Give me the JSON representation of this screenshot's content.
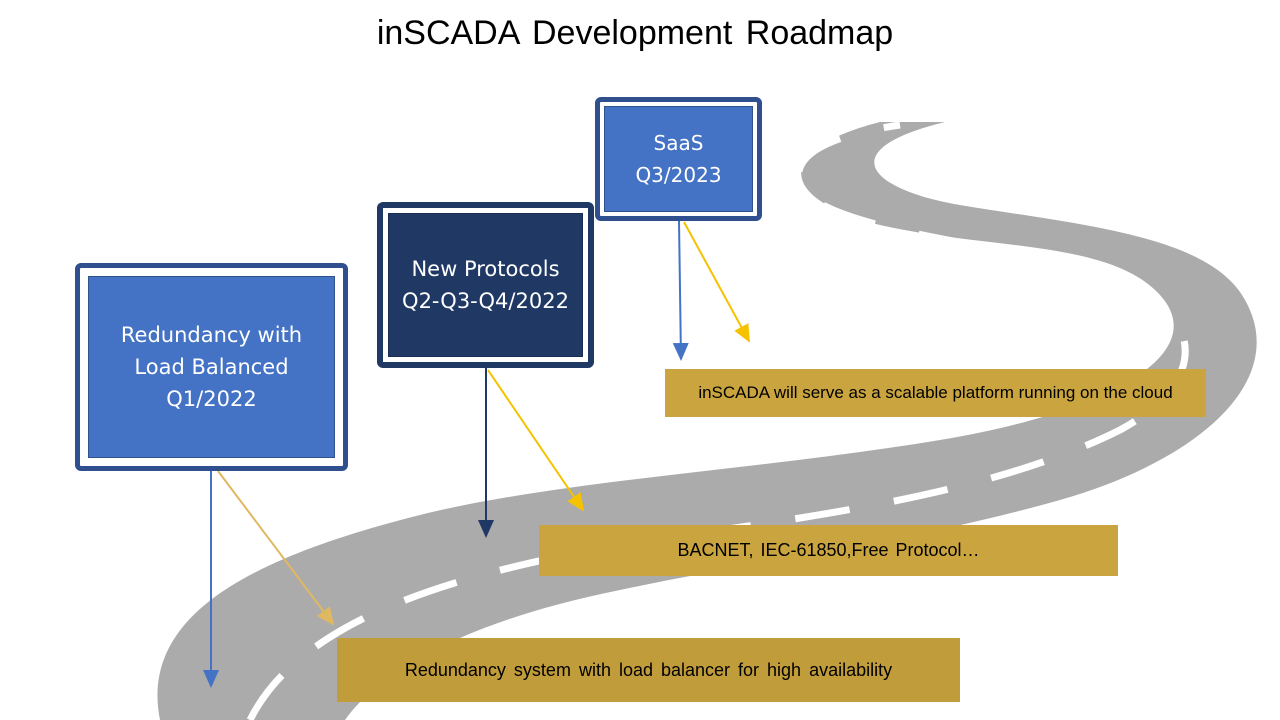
{
  "title": "inSCADA Development Roadmap",
  "milestones": [
    {
      "lines": [
        "Redundancy with",
        "Load Balanced",
        "Q1/2022"
      ]
    },
    {
      "lines": [
        "New Protocols",
        "Q2-Q3-Q4/2022"
      ]
    },
    {
      "lines": [
        "SaaS",
        "Q3/2023"
      ]
    }
  ],
  "descriptions": {
    "cloud": "inSCADA will serve as a scalable platform running on the cloud",
    "protocols": "BACNET,  IEC-61850,Free Protocol…",
    "redundancy": "Redundancy system with load balancer for high availability"
  },
  "colors": {
    "milestone_blue": "#4472c4",
    "milestone_navy": "#203864",
    "description_gold": "#c9a43f",
    "road_gray": "#ababab",
    "arrow_blue": "#4472c4",
    "arrow_gold": "#f5c200"
  }
}
